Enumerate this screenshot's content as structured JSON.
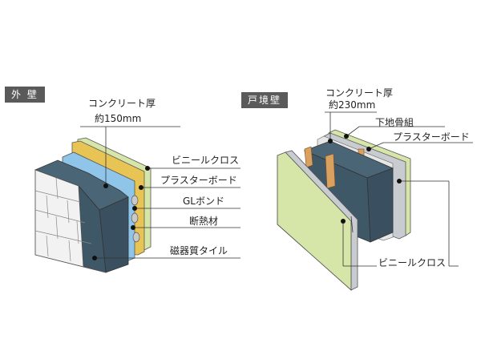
{
  "exterior_wall": {
    "badge": "外 壁",
    "thickness_title": "コンクリート厚",
    "thickness_value": "約150mm",
    "layers": [
      "ビニールクロス",
      "プラスターボード",
      "GLボンド",
      "断熱材",
      "磁器質タイル"
    ]
  },
  "party_wall": {
    "badge": "戸境壁",
    "thickness_title": "コンクリート厚",
    "thickness_value": "約230mm",
    "layers": [
      "下地骨組",
      "プラスターボード",
      "ビニールクロス"
    ]
  },
  "colors": {
    "concrete": "#3f5867",
    "concrete_top": "#4a6676",
    "board_yellow": "#e8c455",
    "cloth_green": "#d6e5a8",
    "insulation_blue": "#8ec5e8",
    "tile": "#f2f2f2",
    "stud_wood": "#d9a060",
    "board_gray": "#c8ccd0"
  }
}
